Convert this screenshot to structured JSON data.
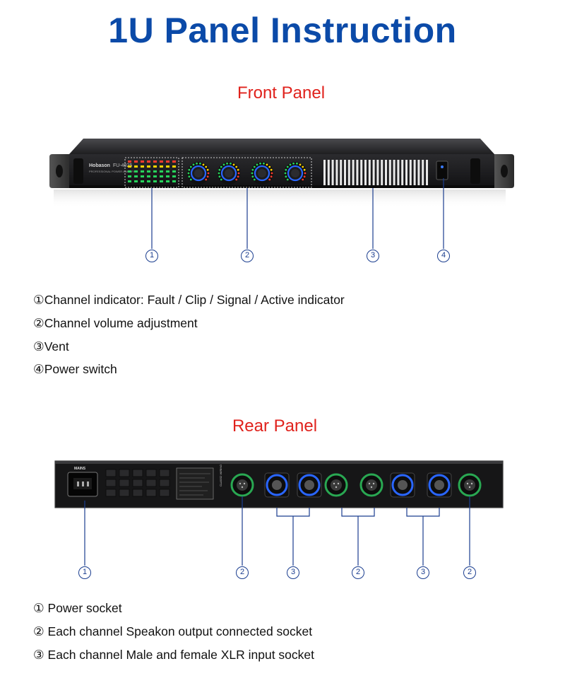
{
  "title": "1U Panel Instruction",
  "front_panel": {
    "heading": "Front Panel",
    "device": {
      "brand": "Hobason",
      "model": "FU-4025",
      "subtitle": "PROFESSIONAL POWER AMPLIFIER"
    },
    "markers": [
      "1",
      "2",
      "3",
      "4"
    ],
    "descriptions": [
      "①Channel indicator: Fault / Clip / Signal / Active indicator",
      "②Channel volume adjustment",
      "③Vent",
      "④Power switch"
    ]
  },
  "rear_panel": {
    "heading": "Rear Panel",
    "labels": {
      "mains": "MAINS",
      "class": "CLASS2 WIRING"
    },
    "markers": [
      "1",
      "2",
      "3",
      "2",
      "3",
      "2"
    ],
    "descriptions": [
      "① Power socket",
      "② Each channel Speakon output connected socket",
      "③ Each channel Male and female XLR input socket"
    ]
  },
  "colors": {
    "title": "#0b4aa8",
    "section_heading": "#e0221c",
    "callout_line": "#1a3d8f",
    "chassis": "#1c1c1e",
    "knob_ring": "#2a66ff"
  }
}
